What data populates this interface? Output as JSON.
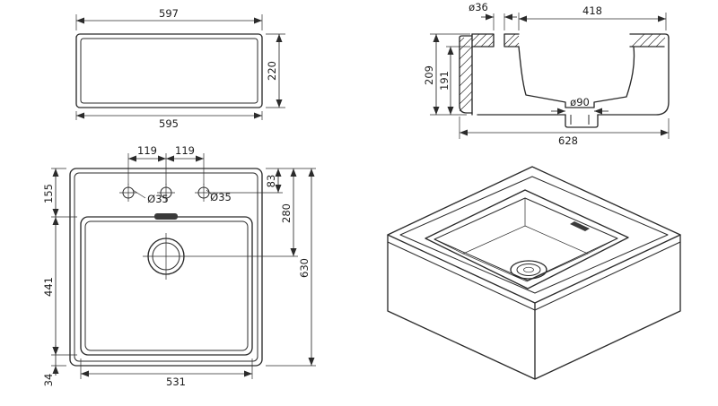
{
  "title": "sink-technical-drawing",
  "colors": {
    "line": "#2b2b2b",
    "background": "#ffffff"
  },
  "drawing": {
    "front_view": {
      "top_width": "597",
      "height": "220",
      "bottom_width": "595"
    },
    "section_view": {
      "hole_diameter": "ø36",
      "inner_width": "418",
      "outer_height": "209",
      "inner_height": "191",
      "drain_diameter": "ø90",
      "total_width": "628"
    },
    "top_view": {
      "hole_pitch_left": "119",
      "hole_pitch_right": "119",
      "back_edge": "155",
      "hole_setback": "83",
      "drain_setback": "280",
      "hole_dia_left": "Ø35",
      "hole_dia_right": "Ø35",
      "basin_length": "441",
      "total_length": "630",
      "front_lip": "34",
      "basin_width": "531"
    }
  }
}
